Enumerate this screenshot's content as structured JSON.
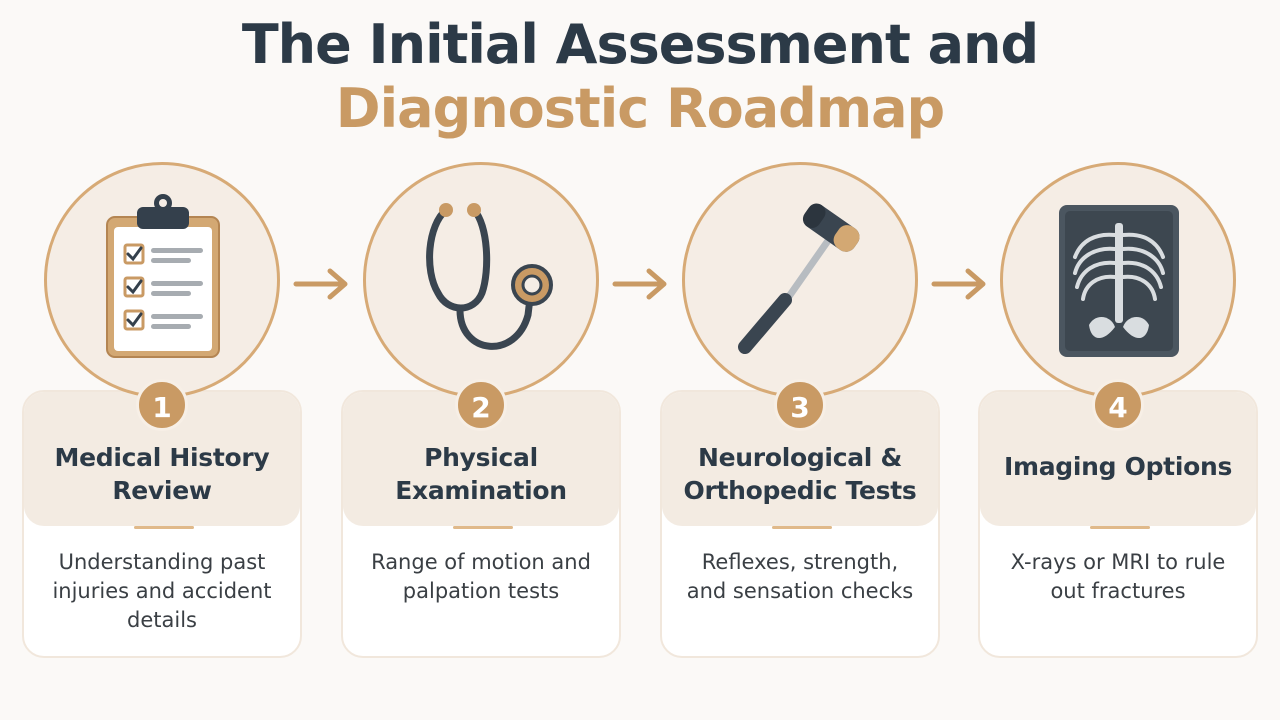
{
  "title": {
    "line1": "The Initial Assessment and",
    "line2": "Diagnostic Roadmap"
  },
  "colors": {
    "navy": "#2c3a47",
    "gold": "#c99a64",
    "card_head": "#f3ebe2",
    "circle_fill": "#f5ede5"
  },
  "steps": [
    {
      "number": "1",
      "icon": "clipboard-checklist-icon",
      "title_line1": "Medical History",
      "title_line2": "Review",
      "description": "Understanding past injuries and accident details"
    },
    {
      "number": "2",
      "icon": "stethoscope-icon",
      "title_line1": "Physical",
      "title_line2": "Examination",
      "description": "Range of motion and palpation tests"
    },
    {
      "number": "3",
      "icon": "reflex-hammer-icon",
      "title_line1": "Neurological &",
      "title_line2": "Orthopedic Tests",
      "description": "Reflexes, strength, and sensation checks"
    },
    {
      "number": "4",
      "icon": "xray-chest-icon",
      "title_line1": "Imaging Options",
      "title_line2": "",
      "description": "X-rays or MRI to rule out fractures"
    }
  ]
}
